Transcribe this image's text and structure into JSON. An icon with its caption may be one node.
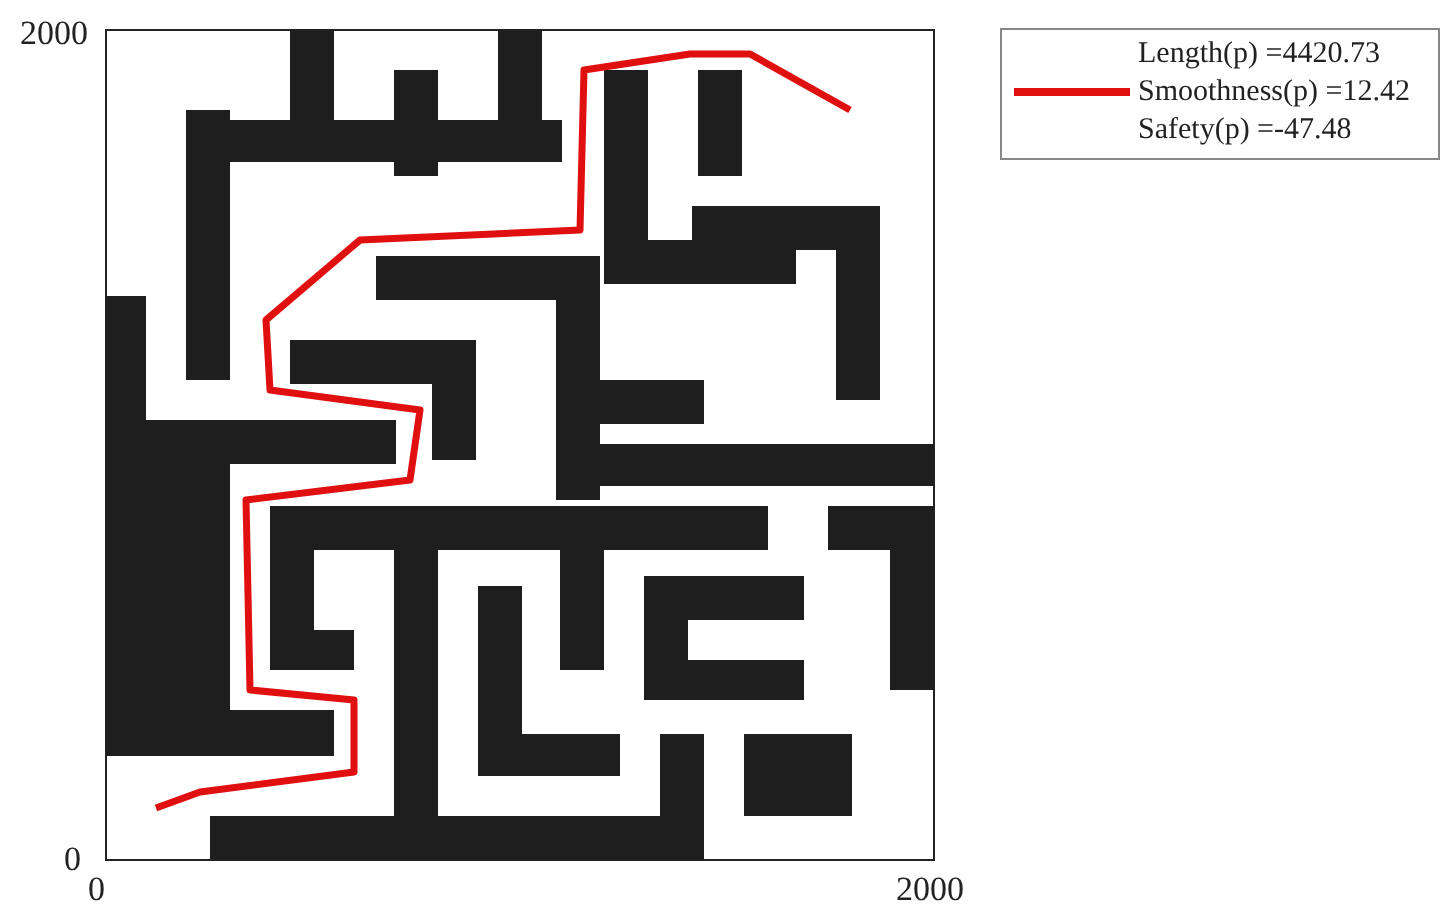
{
  "diagram": {
    "labels": [
      "2000",
      "0",
      "0",
      "2000"
    ],
    "legend": [
      {
        "text": "Length(p) =4420.73"
      },
      {
        "text": "Smoothness(p) =12.42"
      },
      {
        "text": "Safety(p) =-47.48"
      }
    ]
  }
}
